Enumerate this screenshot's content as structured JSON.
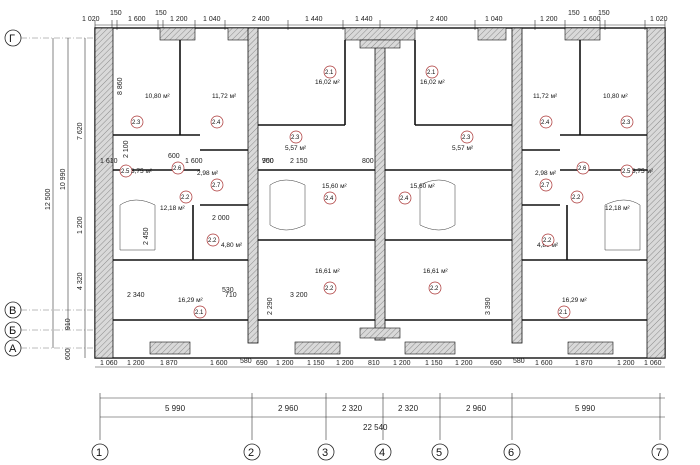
{
  "axes": {
    "row_labels": [
      "Г",
      "В",
      "Б",
      "А"
    ],
    "col_labels": [
      "1",
      "2",
      "3",
      "4",
      "5",
      "6",
      "7"
    ]
  },
  "top_dims": [
    "1 020",
    "150",
    "1 600",
    "150",
    "1 200",
    "1 040",
    "2 400",
    "1 440",
    "1 440",
    "2 400",
    "1 040",
    "1 200",
    "150",
    "1 600",
    "150",
    "1 020"
  ],
  "left_dims": {
    "vertical": [
      "12 500",
      "10 990",
      "7 620",
      "1 200",
      "4 320",
      "910",
      "600"
    ]
  },
  "bottom_dims_row1": [
    "1 060",
    "1 200",
    "1 870",
    "1 600",
    "580",
    "690",
    "1 200",
    "1 150",
    "1 200",
    "810",
    "1 200",
    "1 150",
    "1 200",
    "690",
    "580",
    "1 600",
    "1 870",
    "1 200",
    "1 060"
  ],
  "bottom_dims_row2": [
    "5 990",
    "2 960",
    "2 320",
    "2 320",
    "2 960",
    "5 990"
  ],
  "bottom_total": "22 540",
  "rooms": [
    {
      "id": "2.3",
      "area": "10,80 м²"
    },
    {
      "id": "2.4",
      "area": "11,72 м²"
    },
    {
      "id": "2.1",
      "area": "16,02 м²"
    },
    {
      "id": "2.1",
      "area": "16,02 м²"
    },
    {
      "id": "2.4",
      "area": "11,72 м²"
    },
    {
      "id": "2.3",
      "area": "10,80 м²"
    },
    {
      "id": "2.3",
      "area": "5,57 м²"
    },
    {
      "id": "2.3",
      "area": "5,57 м²"
    },
    {
      "id": "2.5",
      "area": "3,75 м²"
    },
    {
      "id": "2.6",
      "area": "2,98 м²"
    },
    {
      "id": "2.6",
      "area": "2,98 м²"
    },
    {
      "id": "2.5",
      "area": "3,75 м²"
    },
    {
      "id": "2.7",
      "area": ""
    },
    {
      "id": "2.7",
      "area": ""
    },
    {
      "id": "2.4",
      "area": "15,60 м²"
    },
    {
      "id": "2.4",
      "area": "15,60 м²"
    },
    {
      "id": "2.2",
      "area": "12,18 м²"
    },
    {
      "id": "2.2",
      "area": "12,18 м²"
    },
    {
      "id": "2.2",
      "area": "4,80 м²"
    },
    {
      "id": "2.2",
      "area": "4,80 м²"
    },
    {
      "id": "2.2",
      "area": "16,61 м²"
    },
    {
      "id": "2.2",
      "area": "16,61 м²"
    },
    {
      "id": "2.1",
      "area": "16,29 м²"
    },
    {
      "id": "2.1",
      "area": "16,29 м²"
    }
  ],
  "inner_dims": [
    "8 860",
    "2 100",
    "1 610",
    "2 450",
    "2 000",
    "2 340",
    "3 200",
    "900",
    "800",
    "750",
    "2 150",
    "1 600",
    "600",
    "2 290",
    "3 390",
    "530",
    "710"
  ]
}
